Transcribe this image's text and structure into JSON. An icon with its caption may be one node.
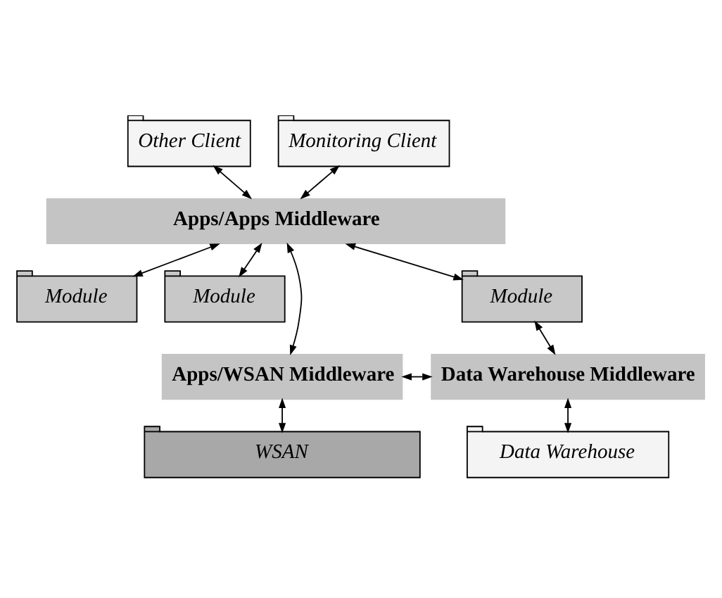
{
  "diagram": {
    "nodes": [
      {
        "text": [
          "Other Client"
        ]
      },
      {
        "text": [
          "Monitoring Client"
        ]
      },
      {
        "text": [
          "Apps/Apps Middleware"
        ]
      },
      {
        "text": [
          "Module"
        ]
      },
      {
        "text": [
          "Module"
        ]
      },
      {
        "text": [
          "Module"
        ]
      },
      {
        "text": [
          "Apps/WSAN Middleware"
        ]
      },
      {
        "text": [
          "Data Warehouse Middleware"
        ]
      },
      {
        "text": [
          "WSAN"
        ]
      },
      {
        "text": [
          "Data Warehouse"
        ]
      }
    ],
    "edges": [
      {
        "from": 0,
        "to": 2,
        "arrow": "both"
      },
      {
        "from": 1,
        "to": 2,
        "arrow": "both"
      },
      {
        "from": 2,
        "to": 3,
        "arrow": "both"
      },
      {
        "from": 2,
        "to": 4,
        "arrow": "both"
      },
      {
        "from": 2,
        "to": 5,
        "arrow": "both"
      },
      {
        "from": 2,
        "to": 6,
        "arrow": "both"
      },
      {
        "from": 5,
        "to": 7,
        "arrow": "both"
      },
      {
        "from": 6,
        "to": 7,
        "arrow": "both"
      },
      {
        "from": 6,
        "to": 8,
        "arrow": "both"
      },
      {
        "from": 7,
        "to": 9,
        "arrow": "both"
      }
    ]
  }
}
